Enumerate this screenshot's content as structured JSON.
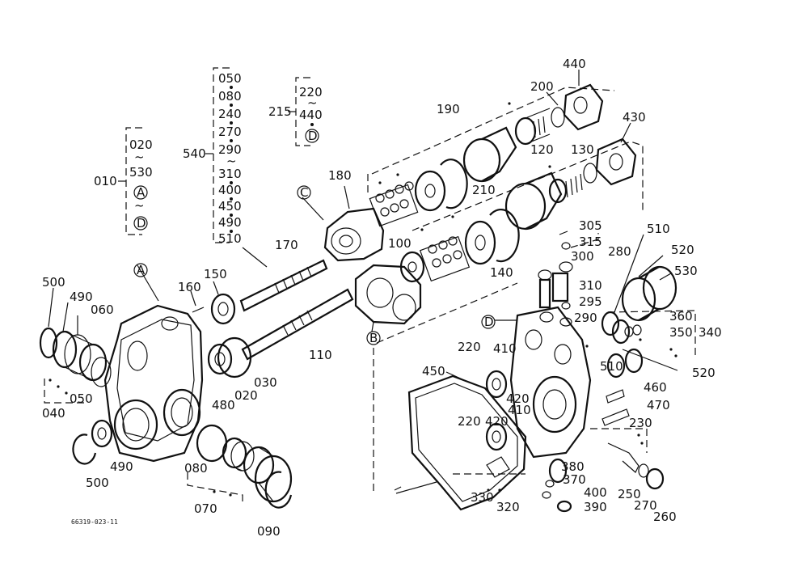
{
  "ref_number": "66319-023-11",
  "groups": {
    "g010": {
      "label": "010",
      "items": [
        "020",
        "530",
        "A",
        "D"
      ]
    },
    "g540": {
      "label": "540",
      "items": [
        "050",
        "080",
        "240",
        "270",
        "290",
        "310",
        "400",
        "450",
        "490",
        "510"
      ]
    },
    "g215": {
      "label": "215",
      "items": [
        "220",
        "440",
        "D"
      ]
    }
  },
  "callouts": {
    "A": "A",
    "B": "B",
    "C": "C",
    "D": "D",
    "p440": "440",
    "p200": "200",
    "p190": "190",
    "p430": "430",
    "p120": "120",
    "p130": "130",
    "p210": "210",
    "p180": "180",
    "p100": "100",
    "p140": "140",
    "p170": "170",
    "p150": "150",
    "p160": "160",
    "p110": "110",
    "p030": "030",
    "p020": "020",
    "p480": "480",
    "p500a": "500",
    "p490a": "490",
    "p060": "060",
    "p050": "050",
    "p040": "040",
    "p490b": "490",
    "p500b": "500",
    "p080": "080",
    "p070": "070",
    "p090": "090",
    "p305": "305",
    "p315": "315",
    "p300": "300",
    "p310": "310",
    "p295": "295",
    "p290": "290",
    "p280": "280",
    "p510a": "510",
    "p520a": "520",
    "p530": "530",
    "p360": "360",
    "p350": "350",
    "p340": "340",
    "p520b": "520",
    "p510b": "510",
    "p460": "460",
    "p470": "470",
    "p230": "230",
    "p220a": "220",
    "p410a": "410",
    "p420a": "420",
    "p410b": "410",
    "p420b": "420",
    "p220b": "220",
    "p450": "450",
    "p380": "380",
    "p370": "370",
    "p400": "400",
    "p390": "390",
    "p330": "330",
    "p320": "320",
    "p250": "250",
    "p270": "270",
    "p260": "260"
  }
}
